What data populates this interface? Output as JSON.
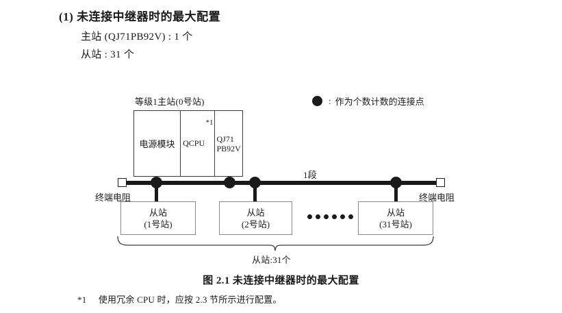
{
  "section": {
    "number": "(1)",
    "title": "未连接中继器时的最大配置",
    "lines": [
      "主站 (QJ71PB92V) : 1 个",
      "从站 : 31 个"
    ]
  },
  "diagram": {
    "master": {
      "caption": "等级1主站(0号站)",
      "cells": [
        {
          "label": "电源模块"
        },
        {
          "label": "QCPU",
          "footnote_mark": "*1"
        },
        {
          "label_line1": "QJ71",
          "label_line2": "PB92V"
        }
      ]
    },
    "bus": {
      "segment_label": "1段",
      "terminator_left": "终端电阻",
      "terminator_right": "终端电阻"
    },
    "slaves": [
      {
        "name": "从站",
        "station": "(1号站)"
      },
      {
        "name": "从站",
        "station": "(2号站)"
      },
      {
        "name": "从站",
        "station": "(31号站)"
      }
    ],
    "ellipsis_dot_count": 6,
    "brace_label": "从站:31个",
    "legend": {
      "symbol": "filled-circle",
      "colon": ":",
      "text": "作为个数计数的连接点"
    }
  },
  "figure": {
    "caption": "图 2.1  未连接中继器时的最大配置"
  },
  "footnote": {
    "id": "*1",
    "text": "使用冗余 CPU 时，应按 2.3 节所示进行配置。"
  },
  "colors": {
    "ink": "#1a1a1a",
    "box_border": "#3a3a3a",
    "slave_border": "#8a8a8a",
    "page_background": "#ffffff"
  }
}
